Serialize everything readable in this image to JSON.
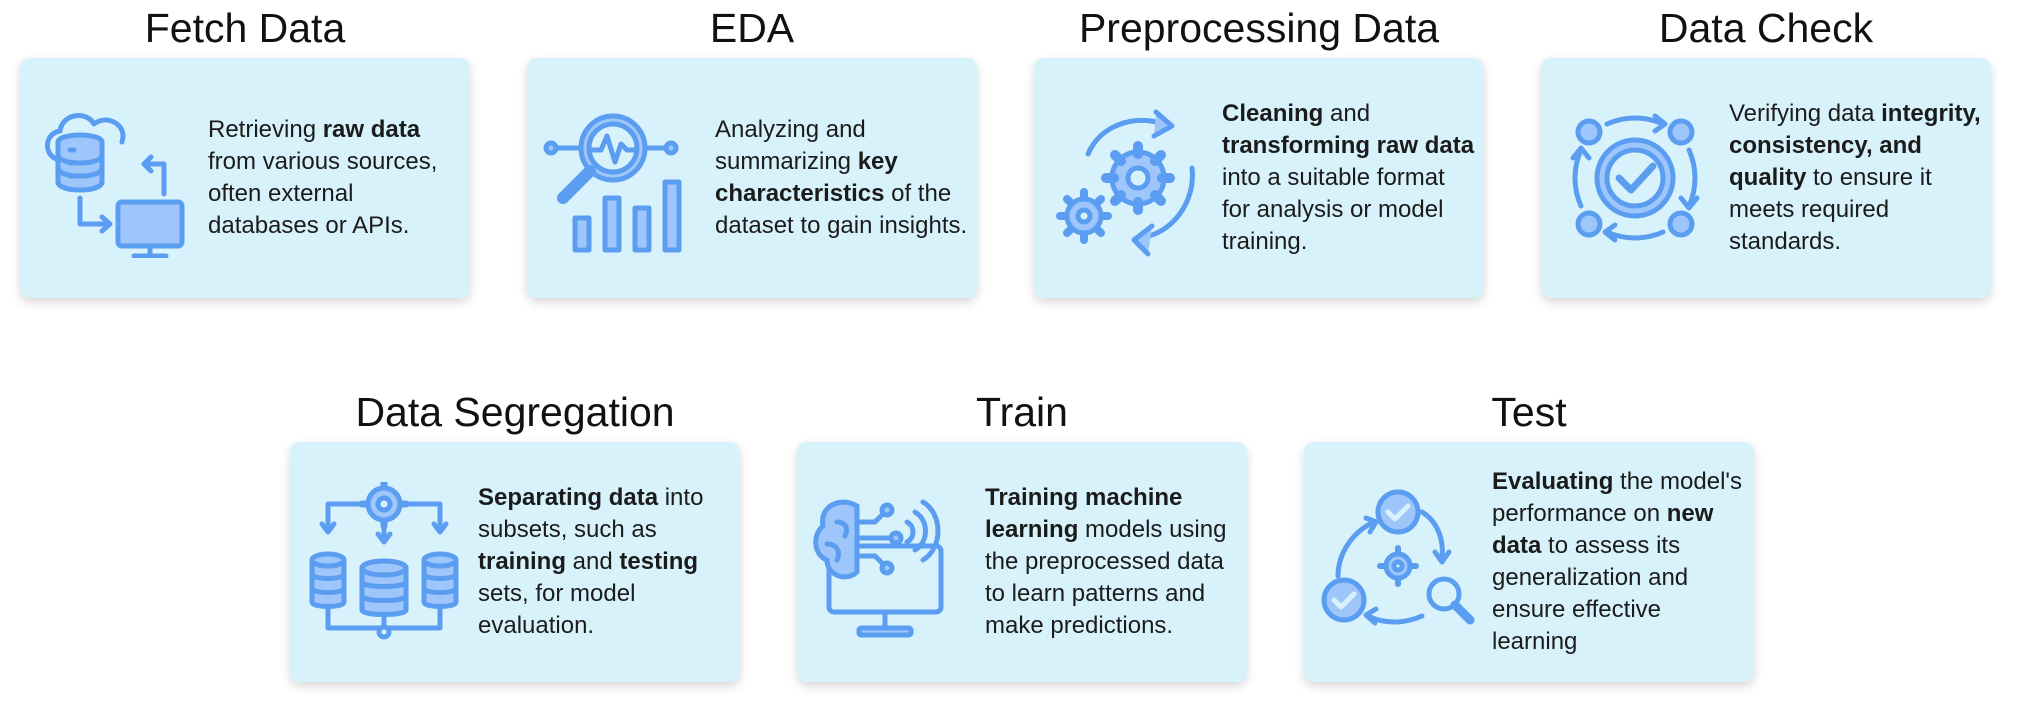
{
  "steps": [
    {
      "id": "fetch",
      "title": "Fetch Data",
      "icon": "cloud-database-computer-icon",
      "desc": [
        {
          "t": "Retrieving ",
          "b": false
        },
        {
          "t": "raw data",
          "b": true
        },
        {
          "t": " from various sources, often external databases or APIs.",
          "b": false
        }
      ]
    },
    {
      "id": "eda",
      "title": "EDA",
      "icon": "magnifier-bar-chart-icon",
      "desc": [
        {
          "t": "Analyzing and summarizing ",
          "b": false
        },
        {
          "t": "key characteristics",
          "b": true
        },
        {
          "t": " of the dataset to gain insights.",
          "b": false
        }
      ]
    },
    {
      "id": "preprocessing",
      "title": "Preprocessing Data",
      "icon": "gears-cycle-icon",
      "desc": [
        {
          "t": "Cleaning",
          "b": true
        },
        {
          "t": " and ",
          "b": false
        },
        {
          "t": "transforming raw data",
          "b": true
        },
        {
          "t": " into a suitable format for analysis or model training.",
          "b": false
        }
      ]
    },
    {
      "id": "check",
      "title": "Data Check",
      "icon": "check-circle-cycle-icon",
      "desc": [
        {
          "t": "Verifying data ",
          "b": false
        },
        {
          "t": "integrity, consistency, and quality",
          "b": true
        },
        {
          "t": " to ensure it meets required standards.",
          "b": false
        }
      ]
    },
    {
      "id": "segregation",
      "title": "Data Segregation",
      "icon": "gear-split-databases-icon",
      "desc": [
        {
          "t": "Separating data",
          "b": true
        },
        {
          "t": " into subsets, such as ",
          "b": false
        },
        {
          "t": "training",
          "b": true
        },
        {
          "t": " and ",
          "b": false
        },
        {
          "t": "testing",
          "b": true
        },
        {
          "t": " sets, for model evaluation.",
          "b": false
        }
      ]
    },
    {
      "id": "train",
      "title": "Train",
      "icon": "brain-monitor-icon",
      "desc": [
        {
          "t": "Training machine learning",
          "b": true
        },
        {
          "t": " models using the preprocessed data to learn patterns and make predictions.",
          "b": false
        }
      ]
    },
    {
      "id": "test",
      "title": "Test",
      "icon": "evaluation-cycle-icon",
      "desc": [
        {
          "t": "Evaluating",
          "b": true
        },
        {
          "t": " the model's performance on ",
          "b": false
        },
        {
          "t": "new data",
          "b": true
        },
        {
          "t": " to assess its generalization and ensure effective learning",
          "b": false
        }
      ]
    }
  ],
  "colors": {
    "card": "#d8f2fc",
    "icon_stroke": "#5b9df0",
    "icon_fill": "#9ec6fb",
    "title": "#111111",
    "text": "#1b1b1b"
  }
}
